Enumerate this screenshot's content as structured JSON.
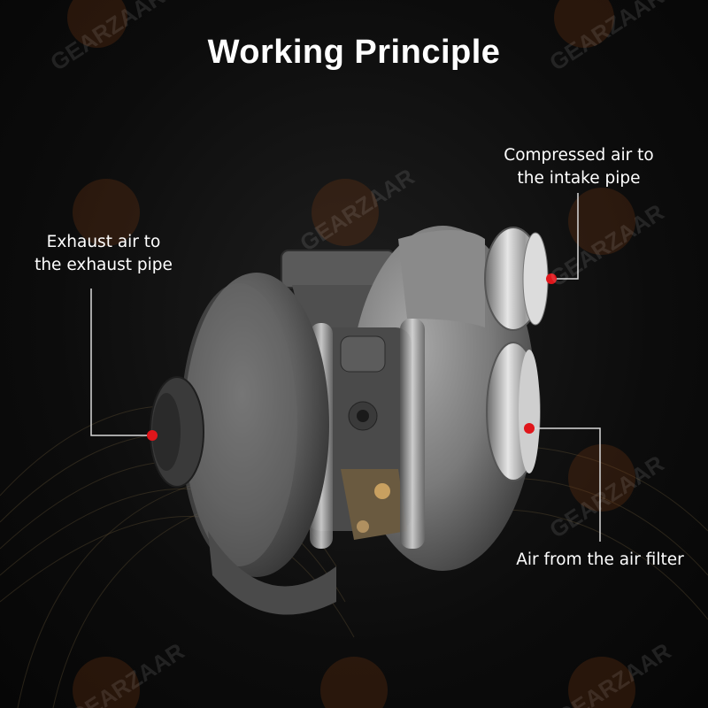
{
  "title": "Working Principle",
  "labels": {
    "exhaust_line1": "Exhaust air to",
    "exhaust_line2": "the exhaust pipe",
    "compressed_line1": "Compressed air to",
    "compressed_line2": "the intake pipe",
    "filter": "Air from the air filter"
  },
  "watermark": "GEARZAAR",
  "colors": {
    "background": "#0b0b0b",
    "text": "#ffffff",
    "marker": "#e0161b",
    "leader_line": "#d8d8d8",
    "watermark_gear": "#7a3a12"
  }
}
